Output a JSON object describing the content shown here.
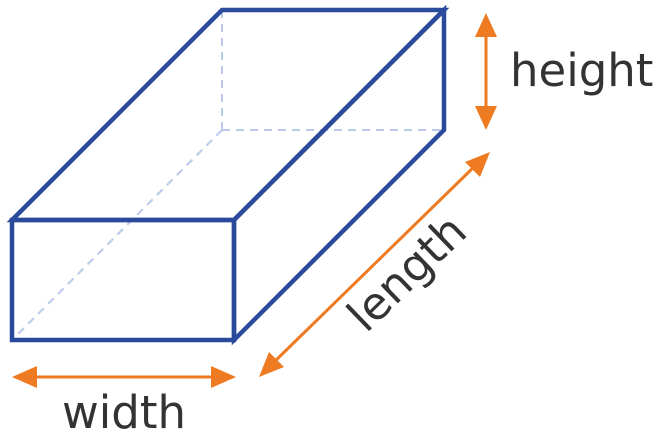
{
  "labels": {
    "height": "height",
    "length": "length",
    "width": "width"
  },
  "colors": {
    "box_edge": "#2b4a9b",
    "hidden_edge": "#b9c9ea",
    "dimension_arrow": "#ee7a22",
    "label_text": "#333333"
  }
}
